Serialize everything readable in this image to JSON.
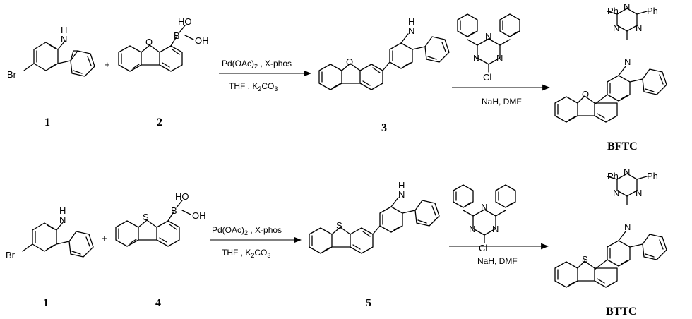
{
  "top": {
    "labels": {
      "c1": "1",
      "c2": "2",
      "c3": "3",
      "product": "BFTC"
    },
    "atoms": {
      "br": "Br",
      "nh": "H",
      "n": "N",
      "o": "O",
      "b": "B",
      "oh1": "HO",
      "oh2": "OH",
      "o3": "O",
      "nh3": "H",
      "n3": "N",
      "tn1": "N",
      "tn2": "N",
      "tn3": "N",
      "tcl": "Cl",
      "pn1": "N",
      "pn2": "N",
      "pn3": "N",
      "pcz": "N",
      "po": "O",
      "ph1": "Ph",
      "ph2": "Ph"
    },
    "plus": "+",
    "arrow1": {
      "above": "Pd(OAc)",
      "above_sub": "2",
      "above_tail": " , X-phos",
      "below": "THF , K",
      "below_sub": "2",
      "below_tail": "CO",
      "below_sub2": "3"
    },
    "arrow2": {
      "below": "NaH, DMF"
    }
  },
  "bottom": {
    "labels": {
      "c1": "1",
      "c4": "4",
      "c5": "5",
      "product": "BTTC"
    },
    "atoms": {
      "br": "Br",
      "nh": "H",
      "n": "N",
      "s": "S",
      "b": "B",
      "oh1": "HO",
      "oh2": "OH",
      "s5": "S",
      "nh5": "H",
      "n5": "N",
      "tn1": "N",
      "tn2": "N",
      "tn3": "N",
      "tcl": "Cl",
      "pn1": "N",
      "pn2": "N",
      "pn3": "N",
      "pcz": "N",
      "ps": "S",
      "ph1": "Ph",
      "ph2": "Ph"
    },
    "plus": "+",
    "arrow1": {
      "above": "Pd(OAc)",
      "above_sub": "2",
      "above_tail": " , X-phos",
      "below": "THF , K",
      "below_sub": "2",
      "below_tail": "CO",
      "below_sub2": "3"
    },
    "arrow2": {
      "below": "NaH, DMF"
    }
  }
}
